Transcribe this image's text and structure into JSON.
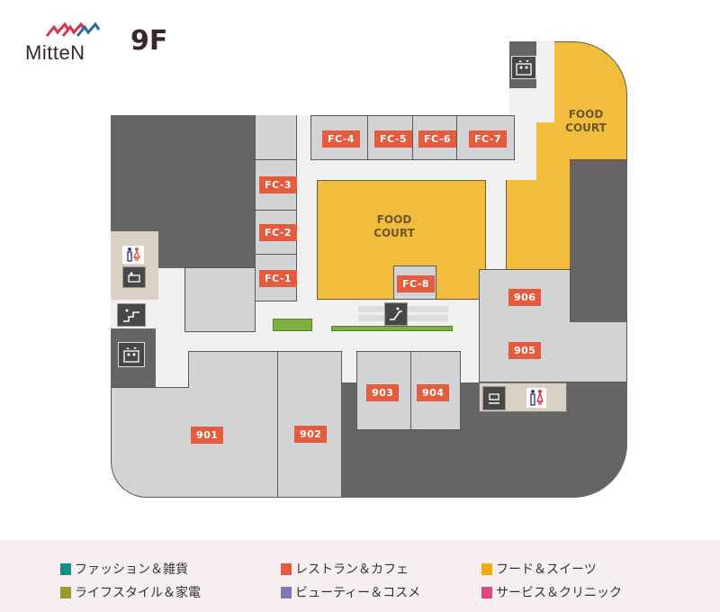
{
  "header": {
    "brand": "MitteN",
    "floor": "9F",
    "brand_colors": {
      "red": "#d9344a",
      "blue": "#2d6a9f"
    }
  },
  "map": {
    "food_court_labels": [
      {
        "line1": "FOOD",
        "line2": "COURT"
      },
      {
        "line1": "FOOD",
        "line2": "COURT"
      }
    ],
    "shops": {
      "fc1": "FC-1",
      "fc2": "FC-2",
      "fc3": "FC-3",
      "fc4": "FC-4",
      "fc5": "FC-5",
      "fc6": "FC-6",
      "fc7": "FC-7",
      "fc8": "FC-8",
      "s901": "901",
      "s902": "902",
      "s903": "903",
      "s904": "904",
      "s905": "905",
      "s906": "906"
    },
    "icons": [
      "restroom-icon",
      "nursing-room-icon",
      "stairs-icon",
      "elevator-icon",
      "escalator-icon",
      "smoking-room-icon"
    ],
    "colors": {
      "shop": "#d2d3d5",
      "food": "#f2bd3c",
      "restricted": "#676466",
      "walkway": "#f1f0f0",
      "tag": "#e45b3d",
      "bench": "#7fae3e"
    }
  },
  "legend": {
    "items": [
      {
        "label": "ファッション＆雑貨",
        "color": "#138f8b"
      },
      {
        "label": "レストラン＆カフェ",
        "color": "#e45b3d"
      },
      {
        "label": "フード＆スイーツ",
        "color": "#f0ac0c"
      },
      {
        "label": "ライフスタイル＆家電",
        "color": "#9a9a2a"
      },
      {
        "label": "ビューティー＆コスメ",
        "color": "#7a79b6"
      },
      {
        "label": "サービス＆クリニック",
        "color": "#dc4a7c"
      }
    ]
  }
}
